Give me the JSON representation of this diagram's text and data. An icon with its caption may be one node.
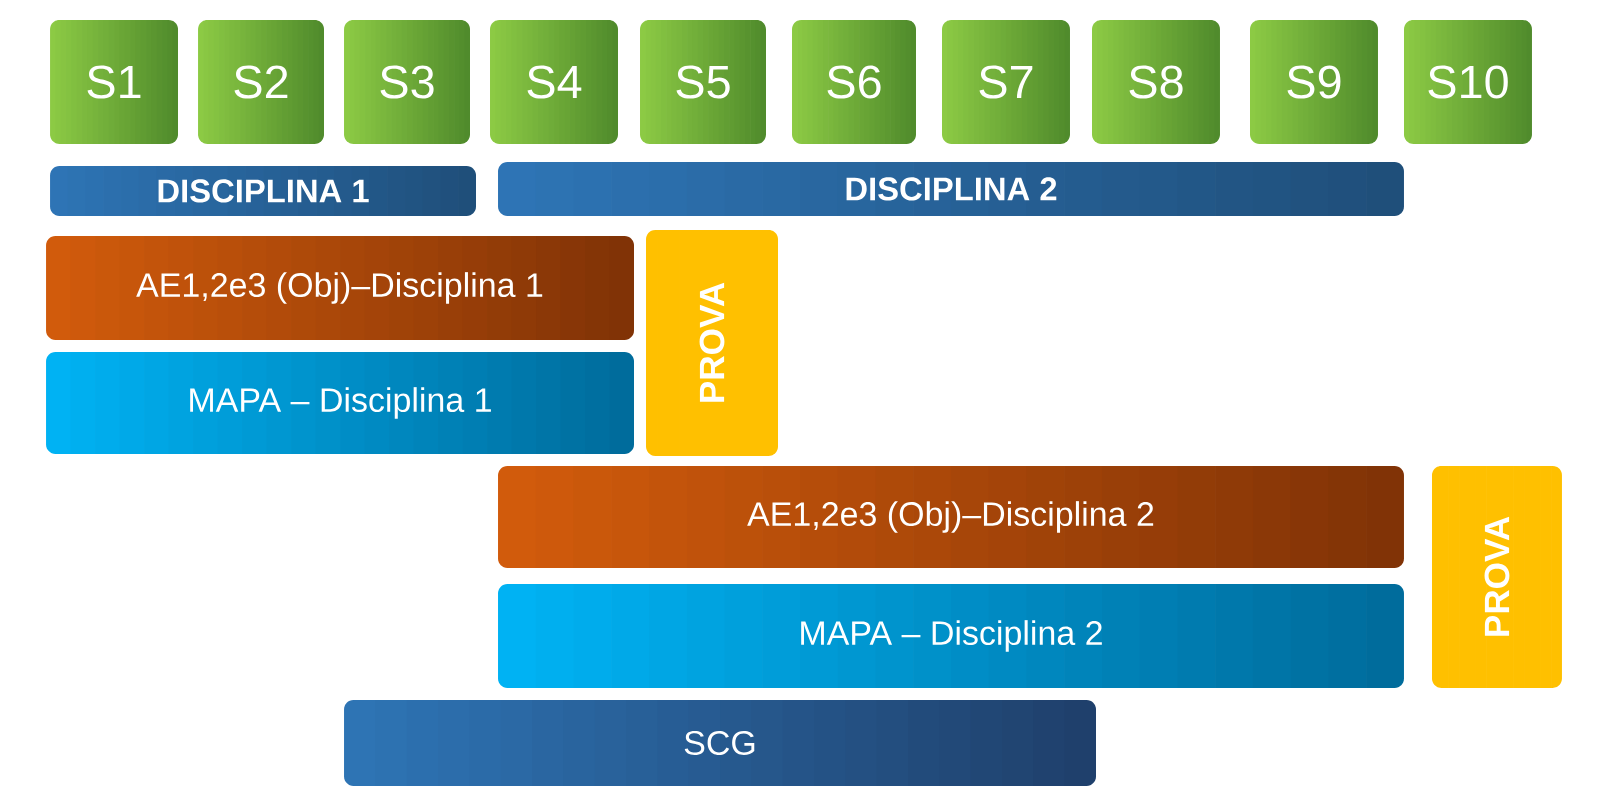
{
  "diagram": {
    "nodes": [
      {
        "text": [
          "S1"
        ]
      },
      {
        "text": [
          "S2"
        ]
      },
      {
        "text": [
          "S3"
        ]
      },
      {
        "text": [
          "S4"
        ]
      },
      {
        "text": [
          "S5"
        ]
      },
      {
        "text": [
          "S6"
        ]
      },
      {
        "text": [
          "S7"
        ]
      },
      {
        "text": [
          "S8"
        ]
      },
      {
        "text": [
          "S9"
        ]
      },
      {
        "text": [
          "S10"
        ]
      },
      {
        "text": [
          "DISCIPLINA 1"
        ]
      },
      {
        "text": [
          "DISCIPLINA 2"
        ]
      },
      {
        "text": [
          "AE1,2e3 (Obj)–Disciplina 1"
        ]
      },
      {
        "text": [
          "PROVA"
        ]
      },
      {
        "text": [
          "MAPA – Disciplina 1"
        ]
      },
      {
        "text": [
          "AE1,2e3 (Obj)–Disciplina 2"
        ]
      },
      {
        "text": [
          "PROVA"
        ]
      },
      {
        "text": [
          "MAPA – Disciplina 2"
        ]
      },
      {
        "text": [
          "SCG"
        ]
      }
    ]
  }
}
